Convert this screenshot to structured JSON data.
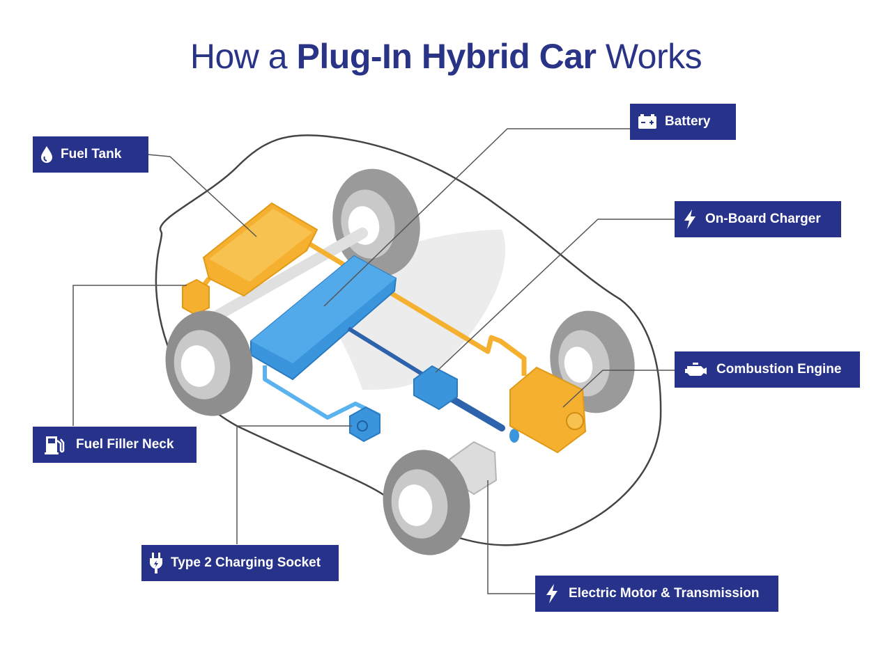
{
  "title": {
    "prefix": "How a",
    "emphasis": "Plug-In Hybrid Car",
    "suffix": "Works"
  },
  "labels": {
    "fuel_tank": "Fuel Tank",
    "battery": "Battery",
    "onboard_charger": "On-Board Charger",
    "combustion_engine": "Combustion Engine",
    "fuel_filler_neck": "Fuel Filler Neck",
    "charging_socket": "Type 2 Charging Socket",
    "electric_motor": "Electric Motor & Transmission"
  },
  "icons": {
    "fuel_tank": "droplet-icon",
    "battery": "battery-icon",
    "onboard_charger": "lightning-icon",
    "combustion_engine": "engine-icon",
    "fuel_filler_neck": "fuel-pump-icon",
    "charging_socket": "plug-icon",
    "electric_motor": "lightning-icon"
  },
  "colors": {
    "label_bg": "#27338a",
    "title": "#2a3487",
    "fuel_orange": "#f5b030",
    "electric_blue": "#3a95dc",
    "tire_gray": "#8e8e8e"
  }
}
